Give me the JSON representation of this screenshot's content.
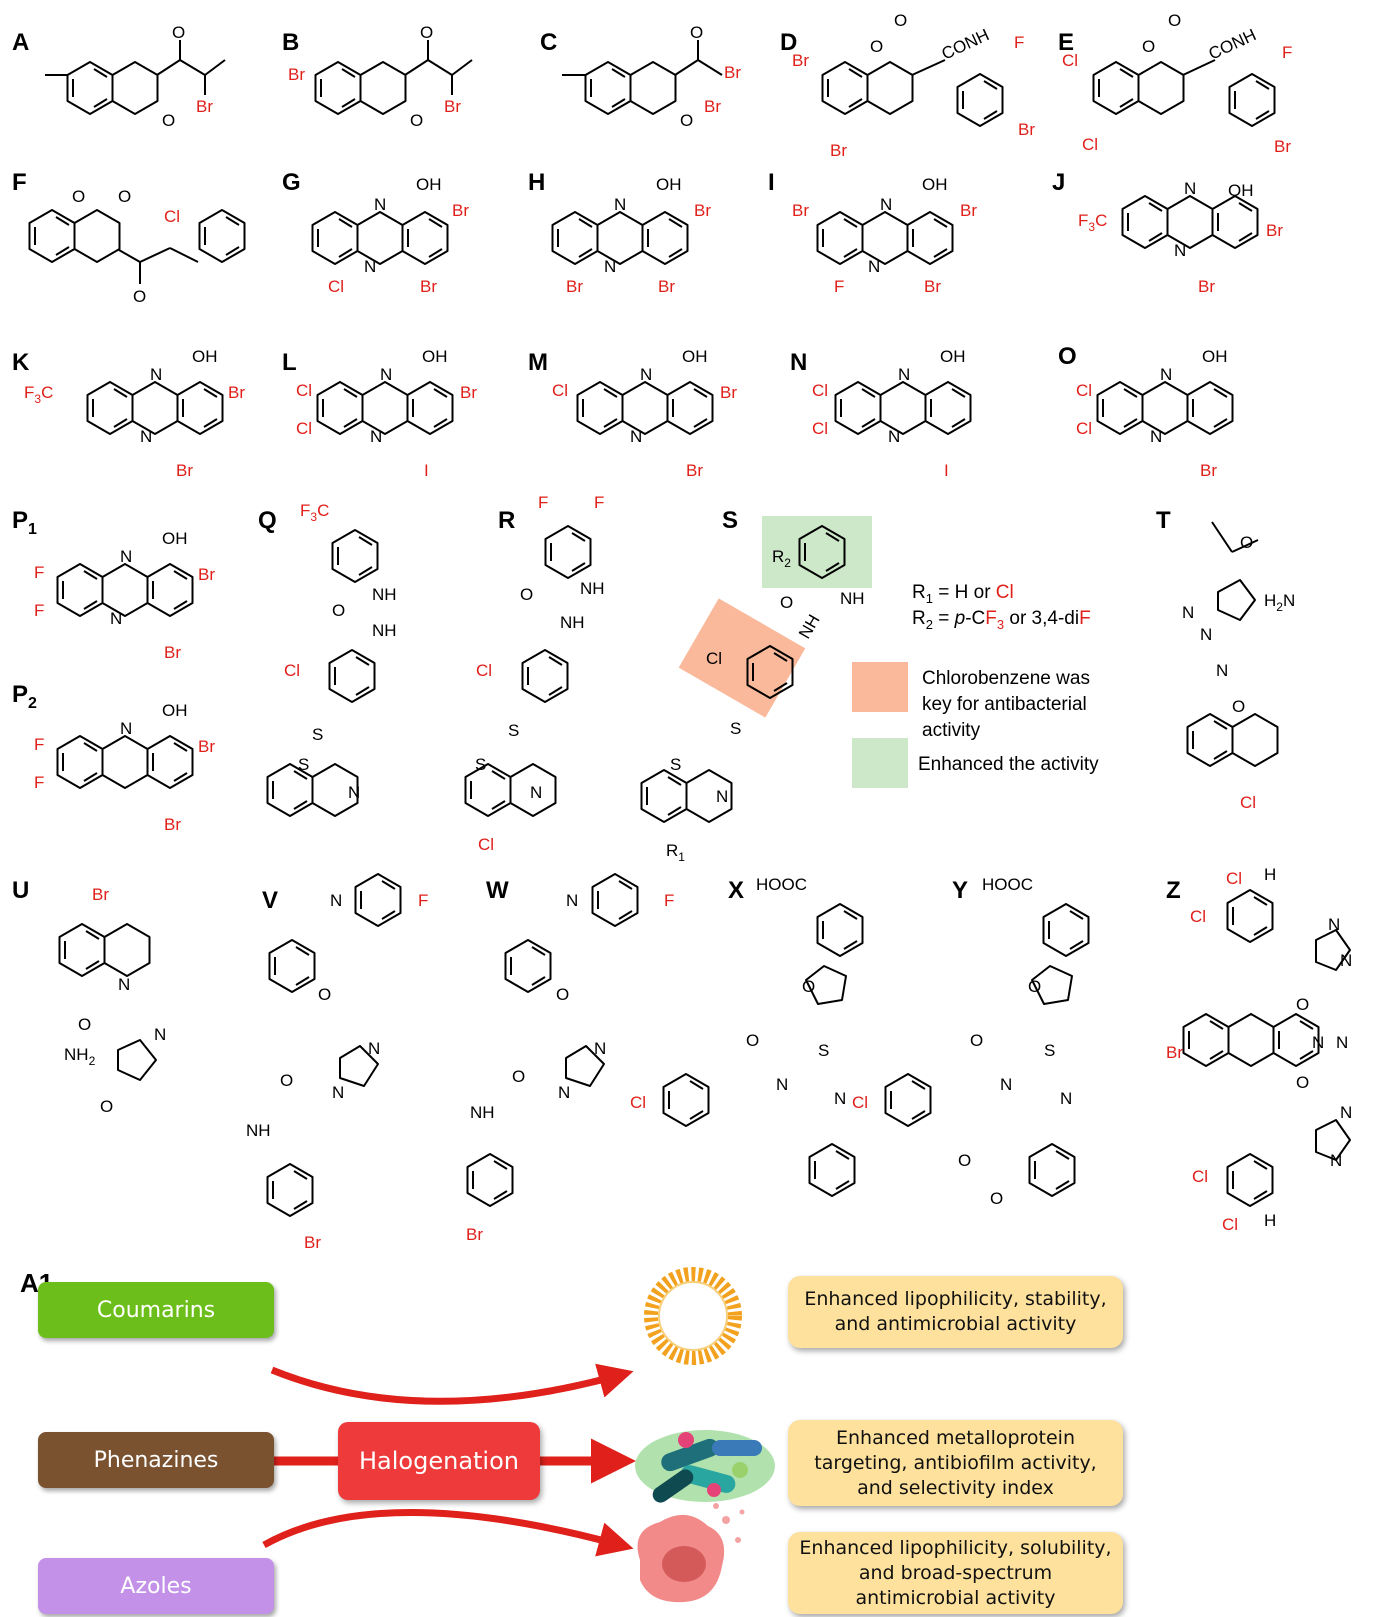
{
  "panel_labels": [
    "A",
    "B",
    "C",
    "D",
    "E",
    "F",
    "G",
    "H",
    "I",
    "J",
    "K",
    "L",
    "M",
    "N",
    "O",
    "Q",
    "R",
    "S",
    "T",
    "U",
    "V",
    "W",
    "X",
    "Y",
    "Z"
  ],
  "p_labels": {
    "p1": "P",
    "p1_sub": "1",
    "p2": "P",
    "p2_sub": "2"
  },
  "atoms": {
    "O": "O",
    "OH": "OH",
    "N": "N",
    "NH": "NH",
    "S": "S",
    "H": "H",
    "Br": "Br",
    "Cl": "Cl",
    "F": "F",
    "I": "I",
    "F3C": "F",
    "F3C_sub": "3",
    "F3C_end": "C",
    "CONH": "CONH",
    "NH2": "NH",
    "NH2_sub": "2",
    "H2N": "H",
    "H2N_sub": "2",
    "H2N_end": "N",
    "HOOC": "HOOC",
    "R1": "R",
    "R1_sub": "1",
    "R2": "R",
    "R2_sub": "2"
  },
  "s_panel": {
    "r1_pre": "R",
    "r1_sub": "1",
    "r1_mid": " = H or ",
    "r1_cl": "Cl",
    "r2_pre": "R",
    "r2_sub": "2",
    "r2_mid": " = ",
    "r2_p": "p",
    "r2_dash": "-C",
    "r2_f": "F",
    "r2_sub3": "3",
    "r2_or": " or 3,4-di",
    "r2_f2": "F",
    "legend_orange": [
      "Chlorobenzene was",
      "key for antibacterial",
      "activity"
    ],
    "legend_green": "Enhanced the activity",
    "colors": {
      "orange": "#f9b99a",
      "green": "#cde8c8"
    }
  },
  "a1": {
    "label": "A1",
    "categories": [
      {
        "name": "Coumarins",
        "color": "#6cbf1a"
      },
      {
        "name": "Phenazines",
        "color": "#7a5230"
      },
      {
        "name": "Azoles",
        "color": "#c391e8"
      }
    ],
    "center": {
      "name": "Halogenation",
      "color": "#ee3a3a"
    },
    "effects": [
      "Enhanced lipophilicity, stability, and antimicrobial activity",
      "Enhanced metalloprotein targeting, antibiofilm activity, and selectivity index",
      "Enhanced lipophilicity, solubility, and broad-spectrum antimicrobial activity"
    ],
    "icons": [
      "membrane-ring-icon",
      "biofilm-bacteria-icon",
      "damaged-cell-icon"
    ],
    "accent": "#e0201b",
    "effect_color": "#fde19c"
  }
}
